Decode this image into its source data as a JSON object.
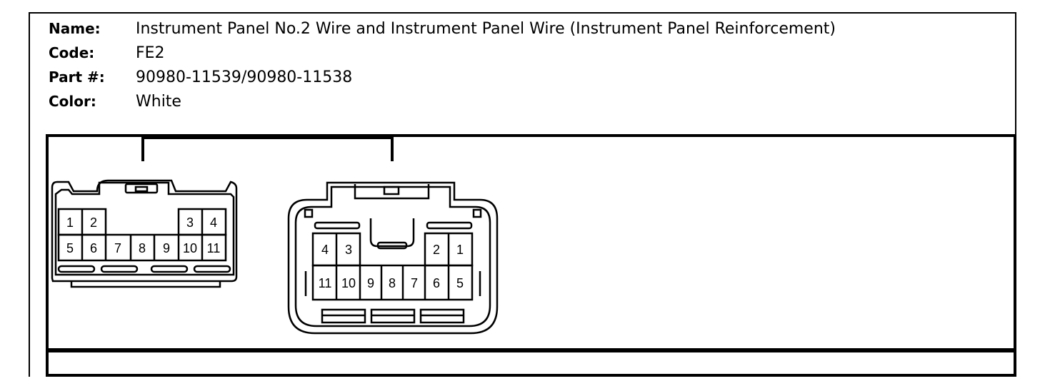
{
  "info": [
    {
      "label": "Name:",
      "value": "Instrument Panel No.2 Wire and Instrument Panel Wire (Instrument Panel Reinforcement)"
    },
    {
      "label": "Code:",
      "value": "FE2"
    },
    {
      "label": "Part #:",
      "value": "90980-11539/90980-11538"
    },
    {
      "label": "Color:",
      "value": "White"
    }
  ],
  "connector_left": {
    "top_row": [
      "1",
      "2",
      "3",
      "4"
    ],
    "bottom_row": [
      "5",
      "6",
      "7",
      "8",
      "9",
      "10",
      "11"
    ]
  },
  "connector_right": {
    "top_row": [
      "4",
      "3",
      "2",
      "1"
    ],
    "bottom_row": [
      "11",
      "10",
      "9",
      "8",
      "7",
      "6",
      "5"
    ]
  },
  "colors": {
    "line": "#000000",
    "background": "#ffffff"
  }
}
